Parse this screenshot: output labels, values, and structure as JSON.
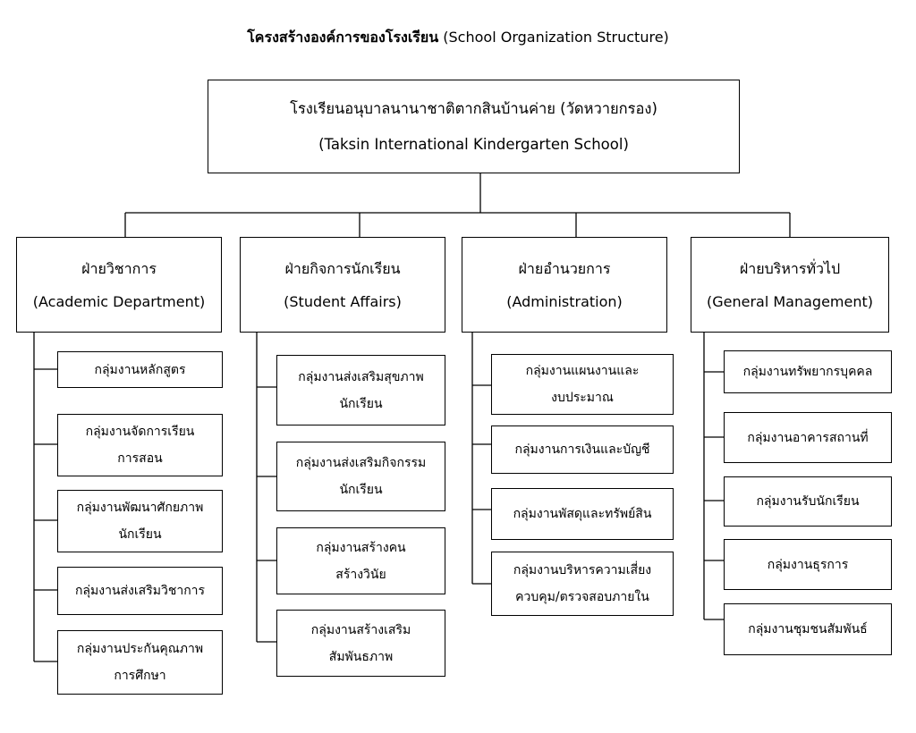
{
  "title": {
    "thai": "โครงสร้างองค์การของโรงเรียน",
    "english": "(School Organization Structure)"
  },
  "root": {
    "line1": "โรงเรียนอนุบาลนานาชาติตากสินบ้านค่าย (วัดหวายกรอง)",
    "line2": "(Taksin International Kindergarten School)"
  },
  "departments": [
    {
      "thai": "ฝ่ายวิชาการ",
      "english": "(Academic Department)",
      "groups": [
        {
          "line1": "กลุ่มงานหลักสูตร",
          "line2": ""
        },
        {
          "line1": "กลุ่มงานจัดการเรียน",
          "line2": "การสอน"
        },
        {
          "line1": "กลุ่มงานพัฒนาศักยภาพ",
          "line2": "นักเรียน"
        },
        {
          "line1": "กลุ่มงานส่งเสริมวิชาการ",
          "line2": ""
        },
        {
          "line1": "กลุ่มงานประกันคุณภาพ",
          "line2": "การศึกษา"
        }
      ]
    },
    {
      "thai": "ฝ่ายกิจการนักเรียน",
      "english": "(Student Affairs)",
      "groups": [
        {
          "line1": "กลุ่มงานส่งเสริมสุขภาพ",
          "line2": "นักเรียน"
        },
        {
          "line1": "กลุ่มงานส่งเสริมกิจกรรม",
          "line2": "นักเรียน"
        },
        {
          "line1": "กลุ่มงานสร้างคน",
          "line2": "สร้างวินัย"
        },
        {
          "line1": "กลุ่มงานสร้างเสริม",
          "line2": "สัมพันธภาพ"
        }
      ]
    },
    {
      "thai": "ฝ่ายอำนวยการ",
      "english": "(Administration)",
      "groups": [
        {
          "line1": "กลุ่มงานแผนงานและ",
          "line2": "งบประมาณ"
        },
        {
          "line1": "กลุ่มงานการเงินและบัญชี",
          "line2": ""
        },
        {
          "line1": "กลุ่มงานพัสดุและทรัพย์สิน",
          "line2": ""
        },
        {
          "line1": "กลุ่มงานบริหารความเสี่ยง",
          "line2": "ควบคุม/ตรวจสอบภายใน"
        }
      ]
    },
    {
      "thai": "ฝ่ายบริหารทั่วไป",
      "english": "(General Management)",
      "groups": [
        {
          "line1": "กลุ่มงานทรัพยากรบุคคล",
          "line2": ""
        },
        {
          "line1": "กลุ่มงานอาคารสถานที่",
          "line2": ""
        },
        {
          "line1": "กลุ่มงานรับนักเรียน",
          "line2": ""
        },
        {
          "line1": "กลุ่มงานธุรการ",
          "line2": ""
        },
        {
          "line1": "กลุ่มงานชุมชนสัมพันธ์",
          "line2": ""
        }
      ]
    }
  ]
}
